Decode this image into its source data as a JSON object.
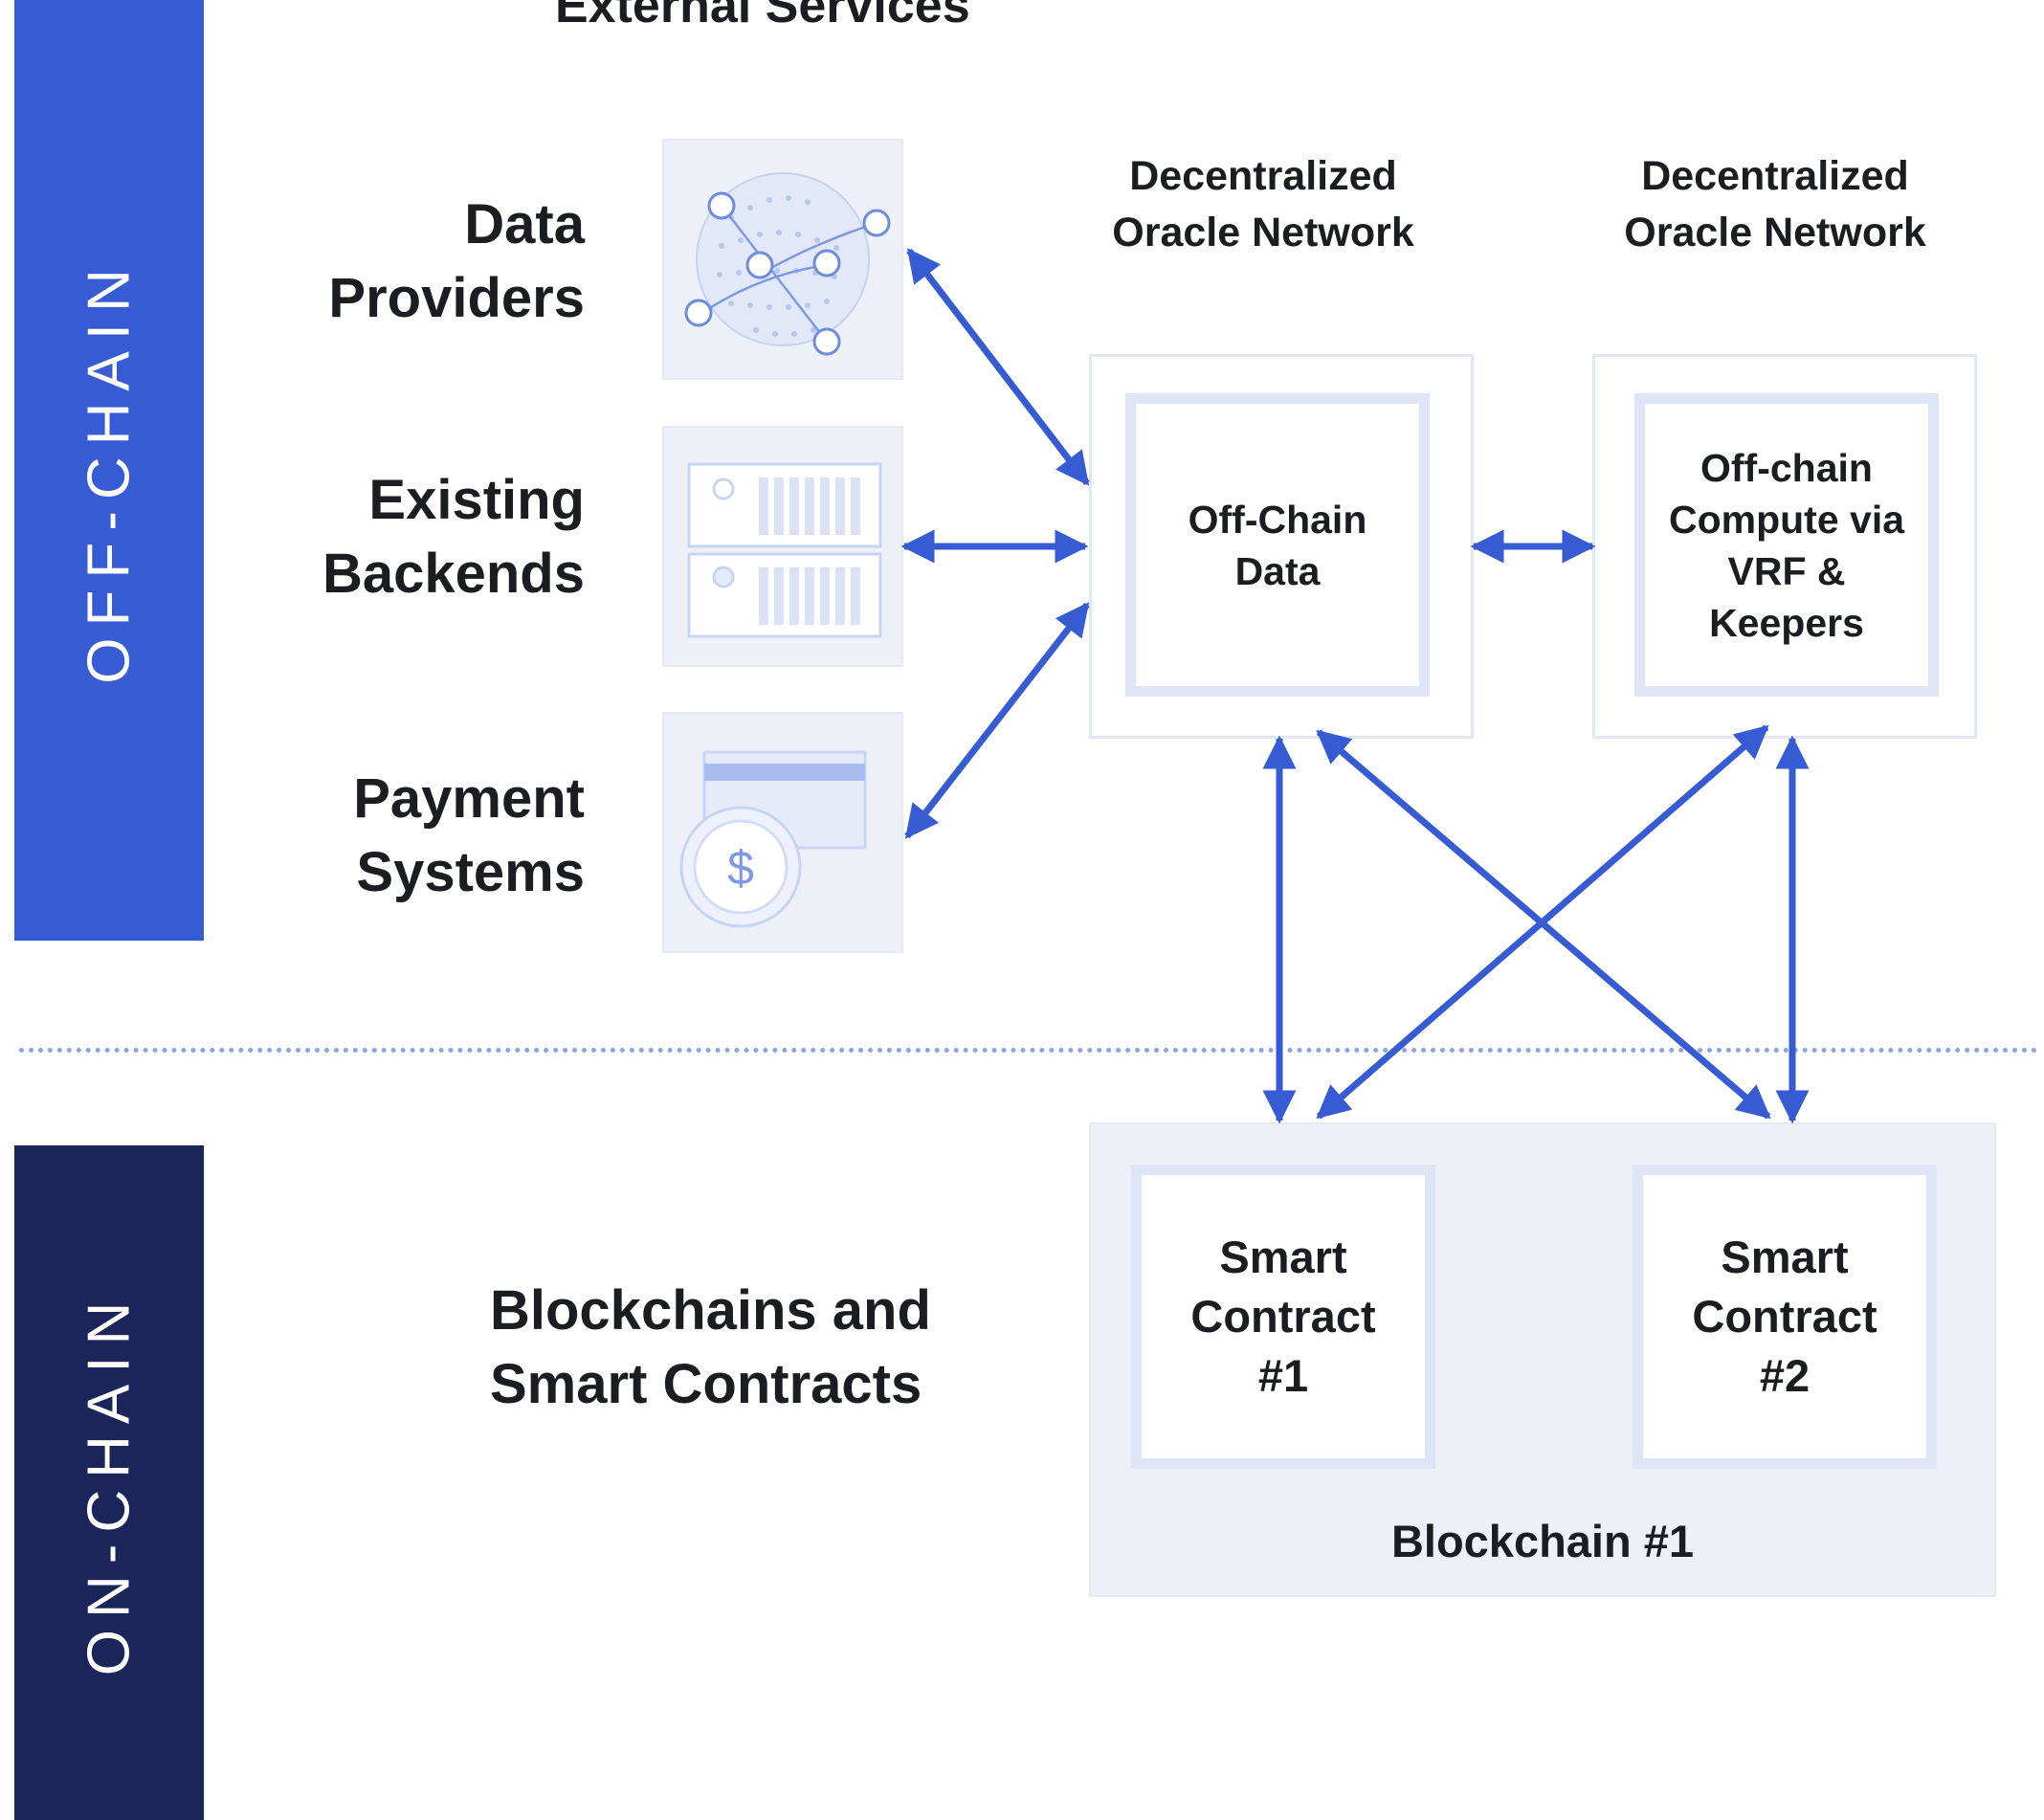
{
  "bands": {
    "off_chain": "OFF-CHAIN",
    "on_chain": "ON-CHAIN"
  },
  "external_services": "External Services",
  "categories": {
    "data_providers": "Data\nProviders",
    "existing_backends": "Existing\nBackends",
    "payment_systems": "Payment\nSystems",
    "blockchains": "Blockchains and\nSmart Contracts"
  },
  "networks": {
    "left_title": "Decentralized\nOracle Network",
    "right_title": "Decentralized\nOracle Network",
    "left_inner": "Off-Chain\nData",
    "right_inner": "Off-chain\nCompute via\nVRF &\nKeepers"
  },
  "blockchain": {
    "contract_1": "Smart\nContract\n#1",
    "contract_2": "Smart\nContract\n#2",
    "label": "Blockchain #1"
  },
  "icons": {
    "data_providers": "globe-network-icon",
    "existing_backends": "server-rack-icon",
    "payment_systems": "payment-card-coin-icon"
  },
  "colors": {
    "off_chain_band": "#375bd2",
    "on_chain_band": "#1b2559",
    "arrow": "#375bd2",
    "box_border": "#dfe4f7",
    "panel": "#eef0f8"
  }
}
